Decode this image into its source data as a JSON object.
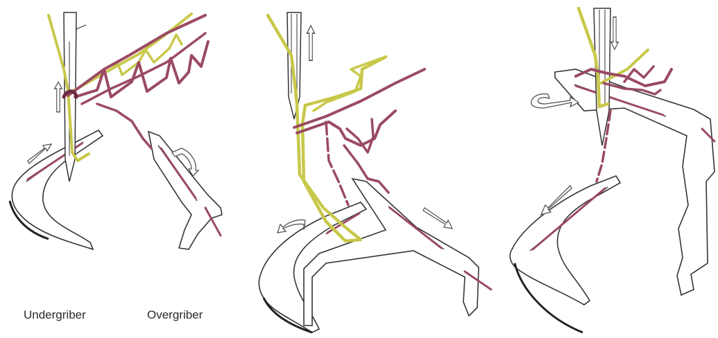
{
  "labels": {
    "undergriber": "Undergriber",
    "overgriber": "Overgriber"
  },
  "colors": {
    "needle_thread": "#c8c84a",
    "needle_thread_dark": "#8a8a20",
    "looper_thread": "#9a4a63",
    "looper_thread_dark": "#6a2a40",
    "outline": "#333333"
  },
  "panels": [
    {
      "id": "panel-1",
      "step": 1
    },
    {
      "id": "panel-2",
      "step": 2
    },
    {
      "id": "panel-3",
      "step": 3
    }
  ]
}
